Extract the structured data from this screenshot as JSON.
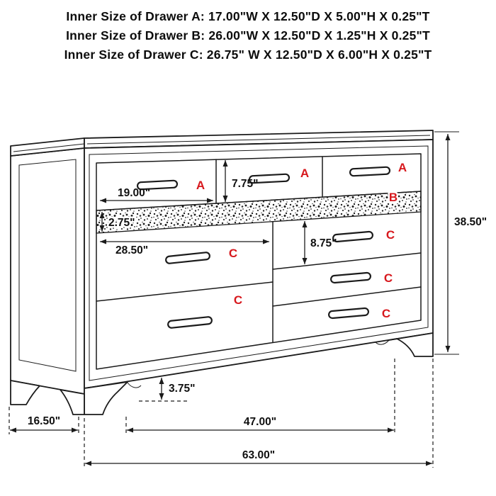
{
  "colors": {
    "line": "#1b1b1b",
    "label_red": "#d7181d",
    "dim_text": "#101010",
    "background": "#ffffff"
  },
  "title": {
    "lines": [
      "Inner Size of Drawer A: 17.00\"W X 12.50\"D X 5.00\"H X 0.25\"T",
      "Inner Size of Drawer B: 26.00\"W X 12.50\"D X 1.25\"H X 0.25\"T",
      "Inner Size of Drawer C: 26.75\" W X 12.50\"D X 6.00\"H X 0.25\"T"
    ]
  },
  "drawer_labels": {
    "top_left": "A",
    "top_middle": "A",
    "top_right": "A",
    "jewelry": "B",
    "lower_left_upper": "C",
    "lower_left_lower": "C",
    "lower_right_upper": "C",
    "lower_right_middle": "C",
    "lower_right_lower": "C"
  },
  "dimensions": {
    "drawer_a_width": "19.00\"",
    "drawer_a_front_height": "7.75\"",
    "jewelry_drawer_height": "2.75\"",
    "drawer_c_width": "28.50\"",
    "drawer_c_front_height": "8.75\"",
    "total_height": "38.50\"",
    "foot_height": "3.75\"",
    "depth": "16.50\"",
    "width_between_legs": "47.00\"",
    "total_width": "63.00\""
  }
}
